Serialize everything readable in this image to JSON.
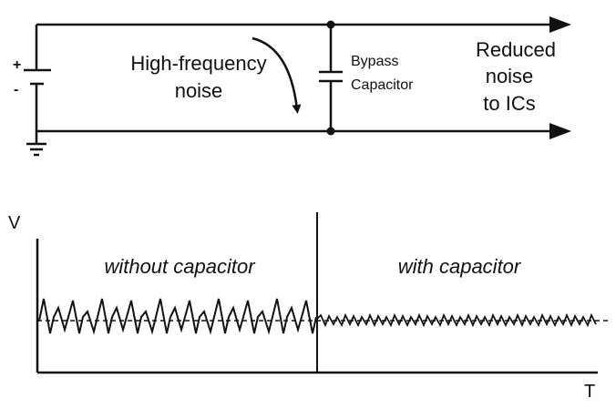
{
  "circuit": {
    "battery_plus": "+",
    "battery_minus": "-",
    "noise_label_line1": "High-frequency",
    "noise_label_line2": "noise",
    "capacitor_label_line1": "Bypass",
    "capacitor_label_line2": "Capacitor",
    "output_label_line1": "Reduced",
    "output_label_line2": "noise",
    "output_label_line3": "to ICs"
  },
  "graph": {
    "y_axis_label": "V",
    "x_axis_label": "T",
    "region_left_label": "without capacitor",
    "region_right_label": "with capacitor"
  }
}
